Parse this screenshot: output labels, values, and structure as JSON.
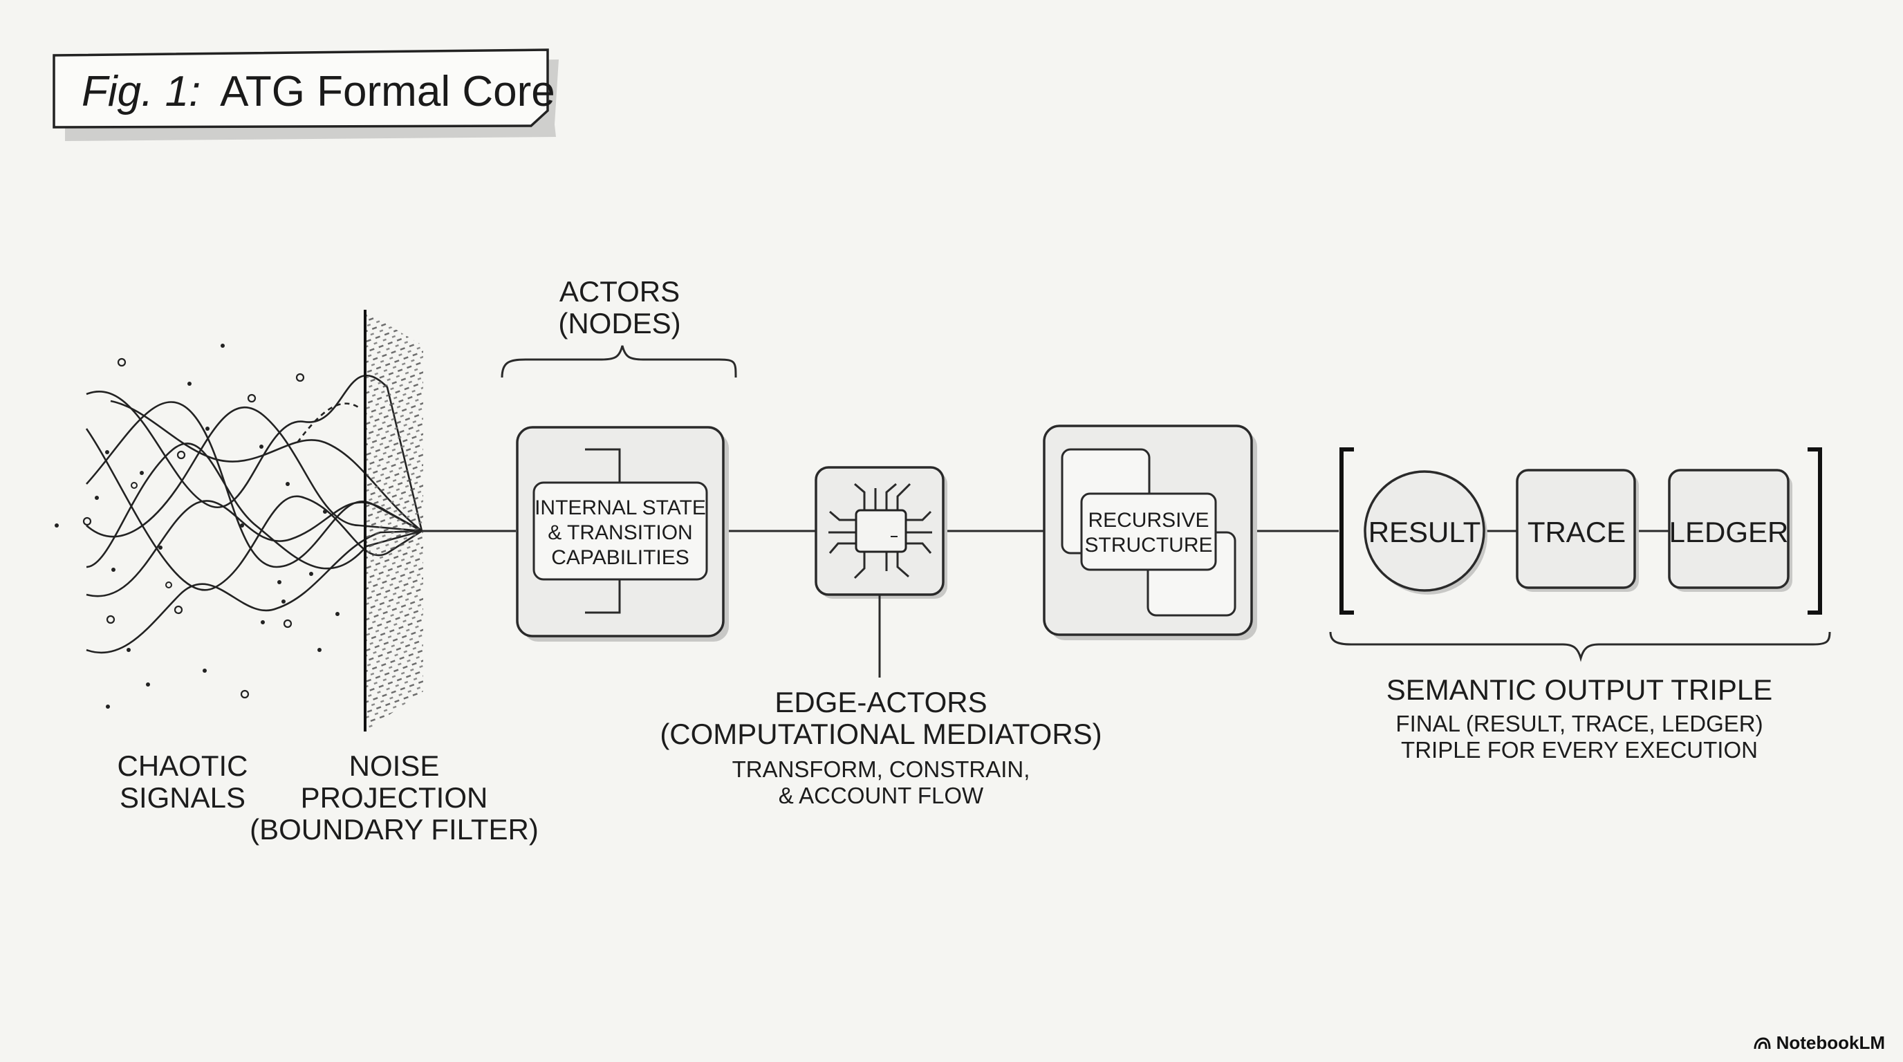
{
  "title": {
    "prefix": "Fig. 1:",
    "text": "ATG Formal Core"
  },
  "stages": {
    "chaotic": {
      "line1": "CHAOTIC",
      "line2": "SIGNALS"
    },
    "noise": {
      "line1": "NOISE",
      "line2": "PROJECTION",
      "line3": "(BOUNDARY FILTER)"
    },
    "actors": {
      "header1": "ACTORS",
      "header2": "(NODES)",
      "inner1": "INTERNAL STATE",
      "inner2": "& TRANSITION",
      "inner3": "CAPABILITIES"
    },
    "edge_actors": {
      "line1": "EDGE-ACTORS",
      "line2": "(COMPUTATIONAL MEDIATORS)",
      "desc1": "TRANSFORM, CONSTRAIN,",
      "desc2": "& ACCOUNT FLOW"
    },
    "recursive": {
      "line1": "RECURSIVE",
      "line2": "STRUCTURE"
    },
    "output": {
      "result": "RESULT",
      "trace": "TRACE",
      "ledger": "LEDGER",
      "title": "SEMANTIC OUTPUT TRIPLE",
      "desc1": "FINAL (RESULT, TRACE, LEDGER)",
      "desc2": "TRIPLE FOR EVERY EXECUTION"
    }
  },
  "brand": {
    "name": "NotebookLM"
  }
}
